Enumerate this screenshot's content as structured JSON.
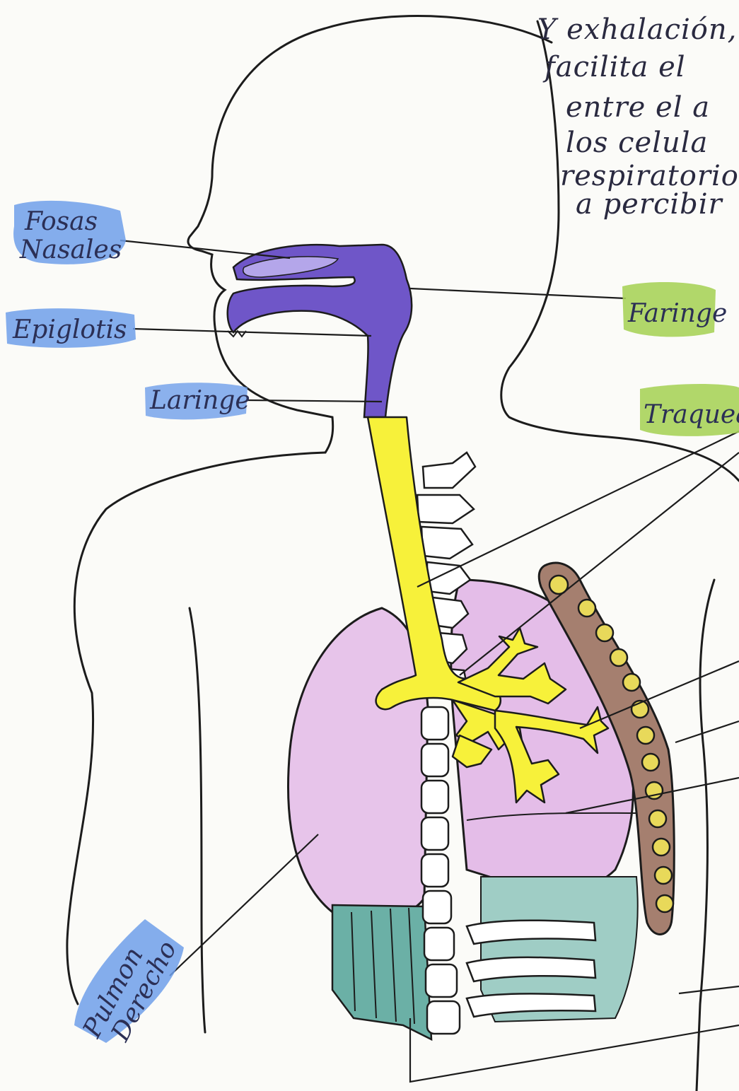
{
  "note_lines": [
    "Y exhalación, e",
    "facilita el",
    "entre el a",
    "los celula",
    "respiratorio",
    "a percibir"
  ],
  "labels": {
    "fosas_nasales": [
      "Fosas",
      "Nasales"
    ],
    "epiglotis": "Epiglotis",
    "laringe": "Laringe",
    "faringe": "Faringe",
    "traquea": "Traquea",
    "pulmon_derecho": [
      "Pulmon",
      "Derecho"
    ]
  },
  "colors": {
    "ink": "#1c1c1c",
    "pharynx_purple": "#6f56c8",
    "trachea_yellow": "#f7f13a",
    "lung_pink": "#e7c4ea",
    "rib_brown": "#a57f6f",
    "muscle_teal": "#6bb0a6",
    "highlight_blue": "#6f9fea",
    "highlight_green": "#a9d35a"
  }
}
